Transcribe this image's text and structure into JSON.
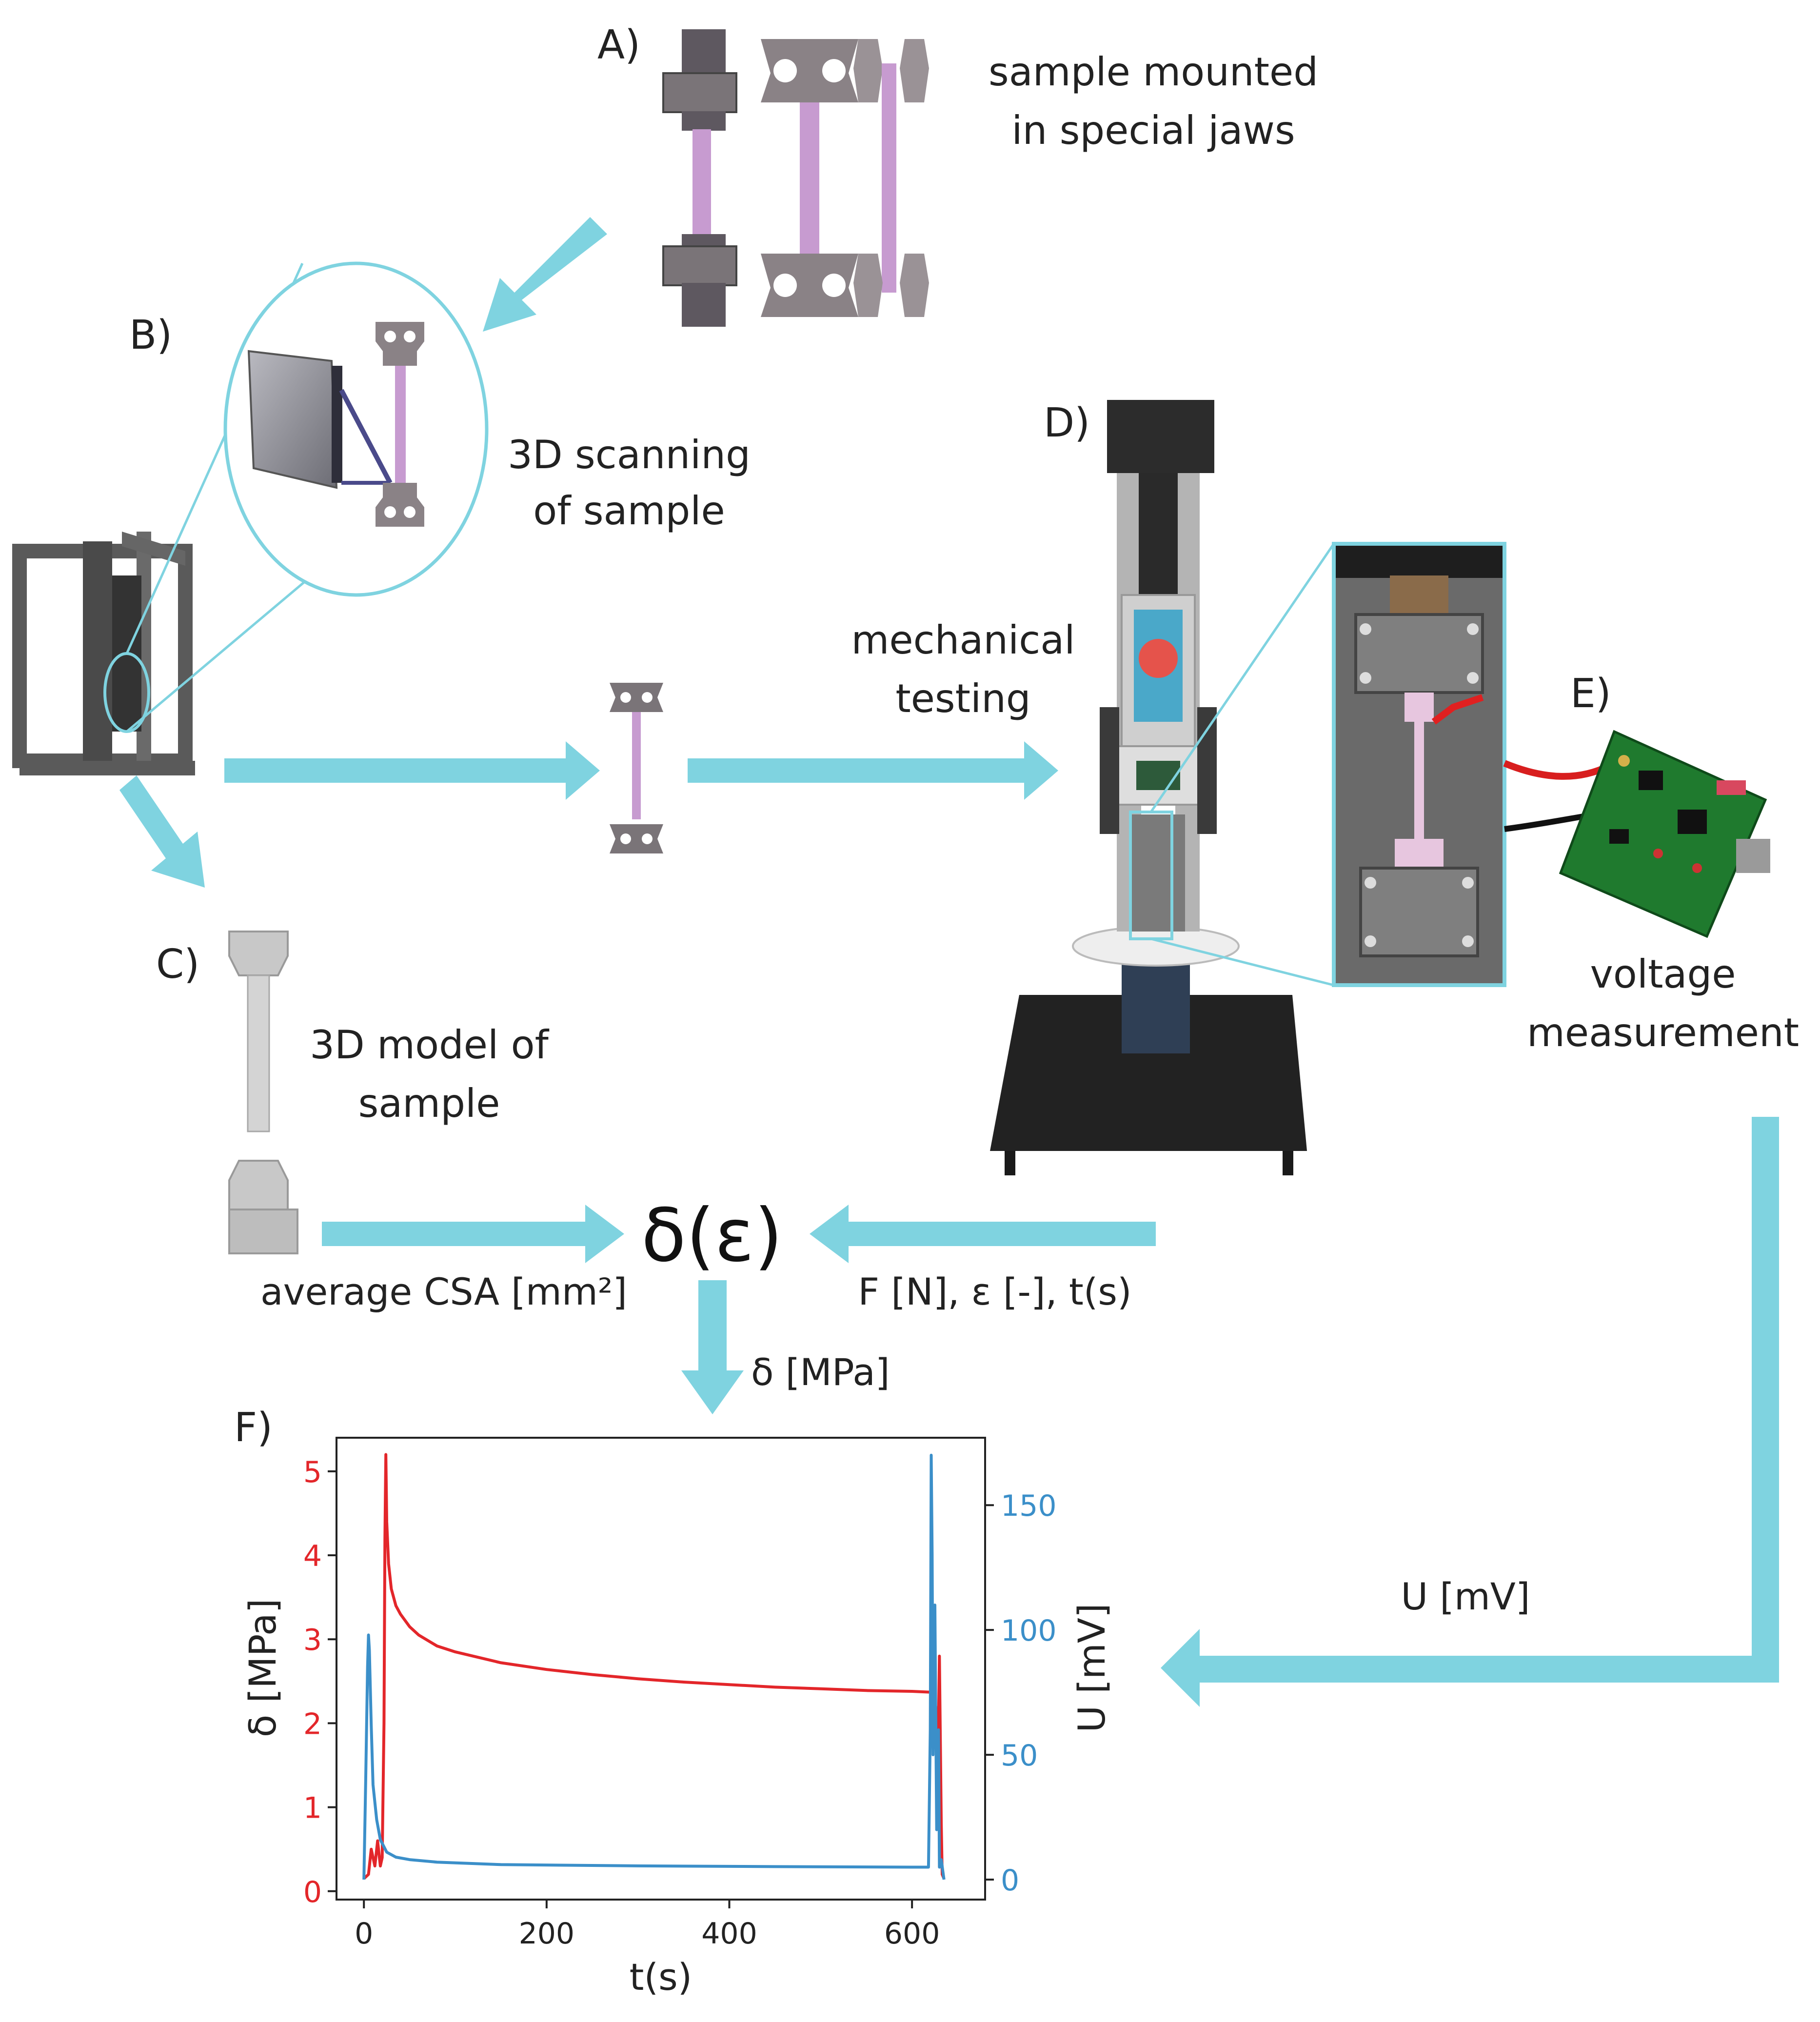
{
  "panels": {
    "a": {
      "letter": "A)",
      "caption_line1": "sample mounted",
      "caption_line2": "in special jaws"
    },
    "b": {
      "letter": "B)",
      "caption_line1": "3D scanning",
      "caption_line2": "of sample"
    },
    "c": {
      "letter": "C)",
      "caption_line1": "3D model of",
      "caption_line2": "sample"
    },
    "d": {
      "letter": "D)",
      "caption_line1": "mechanical",
      "caption_line2": "testing"
    },
    "e": {
      "letter": "E)",
      "caption_line1": "voltage",
      "caption_line2": "measurement"
    },
    "f": {
      "letter": "F)"
    }
  },
  "flow": {
    "center_formula": "δ(ε)",
    "csa_label": "average CSA [mm²]",
    "force_label": "F [N], ε [-], t(s)",
    "stress_label": "δ [MPa]",
    "voltage_label": "U [mV]"
  },
  "colors": {
    "arrow": "#7fd3e0",
    "stress_series": "#e3262a",
    "voltage_series": "#3b8fc9",
    "sample": "#c79bd0",
    "jaw": "#7a7478",
    "frame": "#555555",
    "pcb": "#1f7a2e"
  },
  "chart_data": {
    "type": "line",
    "xlabel": "t(s)",
    "ylabel": "δ [MPa]",
    "y2label": "U [mV]",
    "xlim": [
      -30,
      680
    ],
    "ylim": [
      -0.1,
      5.4
    ],
    "y2lim": [
      -8,
      177
    ],
    "xticks": [
      0,
      200,
      400,
      600
    ],
    "yticks": [
      0,
      1,
      2,
      3,
      4,
      5
    ],
    "y2ticks": [
      0,
      50,
      100,
      150
    ],
    "series": [
      {
        "axis": "left",
        "color": "#e3262a",
        "x": [
          0,
          5,
          8,
          12,
          15,
          18,
          20,
          22,
          23,
          24,
          25,
          27,
          30,
          35,
          40,
          50,
          60,
          80,
          100,
          150,
          200,
          250,
          300,
          350,
          400,
          450,
          500,
          550,
          600,
          620,
          622,
          624,
          626,
          628,
          630,
          632,
          633,
          635
        ],
        "values": [
          0.15,
          0.2,
          0.5,
          0.3,
          0.6,
          0.3,
          0.4,
          2.0,
          4.2,
          5.2,
          4.4,
          3.9,
          3.6,
          3.4,
          3.3,
          3.15,
          3.05,
          2.92,
          2.85,
          2.72,
          2.64,
          2.58,
          2.53,
          2.49,
          2.46,
          2.43,
          2.41,
          2.39,
          2.38,
          2.37,
          2.4,
          2.35,
          2.2,
          1.2,
          2.8,
          0.8,
          0.2,
          0.15
        ]
      },
      {
        "axis": "right",
        "color": "#3b8fc9",
        "x": [
          0,
          2,
          4,
          5,
          6,
          8,
          10,
          14,
          18,
          25,
          35,
          50,
          80,
          150,
          300,
          450,
          600,
          618,
          620,
          621,
          622,
          623,
          625,
          627,
          629,
          630,
          632,
          635
        ],
        "values": [
          0,
          40,
          85,
          98,
          92,
          62,
          38,
          24,
          16,
          11,
          9,
          8,
          7,
          6,
          5.5,
          5.2,
          5,
          5,
          60,
          170,
          130,
          50,
          110,
          20,
          60,
          5,
          8,
          0
        ]
      }
    ]
  }
}
